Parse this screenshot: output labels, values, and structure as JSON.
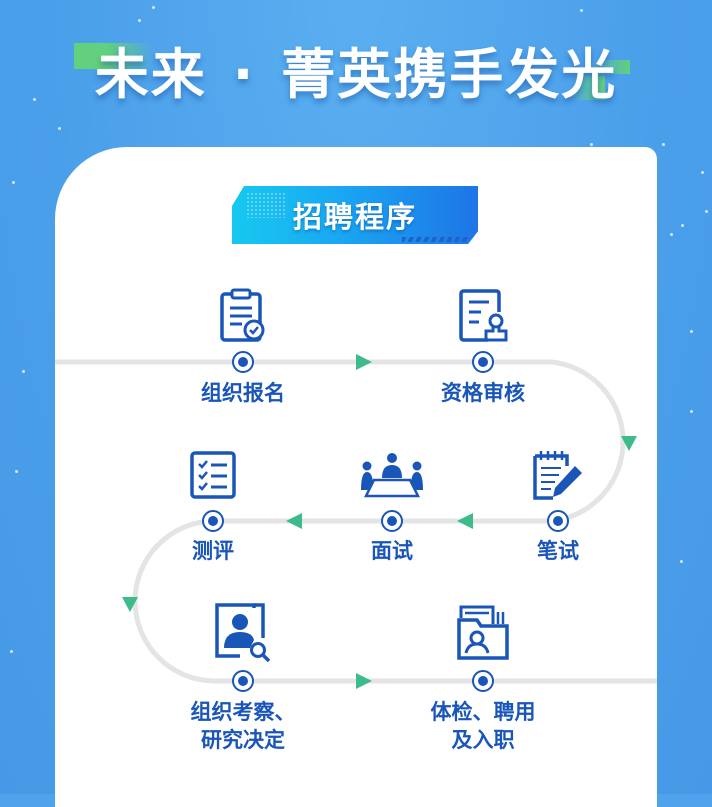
{
  "header": {
    "headline_left": "未来",
    "headline_separator": "·",
    "headline_right": "菁英携手发光"
  },
  "section": {
    "title": "招聘程序"
  },
  "colors": {
    "background": "#4fa3ec",
    "primary_blue": "#1a56b8",
    "arrow_green": "#3dbb8a",
    "track_gray": "#e4e4e4",
    "accent_green": "#62d07c",
    "badge_cyan": "#16c9f0"
  },
  "steps": [
    {
      "label": "组织报名",
      "icon": "clipboard-check-icon"
    },
    {
      "label": "资格审核",
      "icon": "document-stamp-icon"
    },
    {
      "label": "笔试",
      "icon": "notepad-pen-icon"
    },
    {
      "label": "面试",
      "icon": "meeting-table-icon"
    },
    {
      "label": "测评",
      "icon": "checklist-icon"
    },
    {
      "label_line1": "组织考察、",
      "label_line2": "研究决定",
      "icon": "profile-search-icon"
    },
    {
      "label_line1": "体检、聘用",
      "label_line2": "及入职",
      "icon": "personnel-folder-icon"
    }
  ]
}
